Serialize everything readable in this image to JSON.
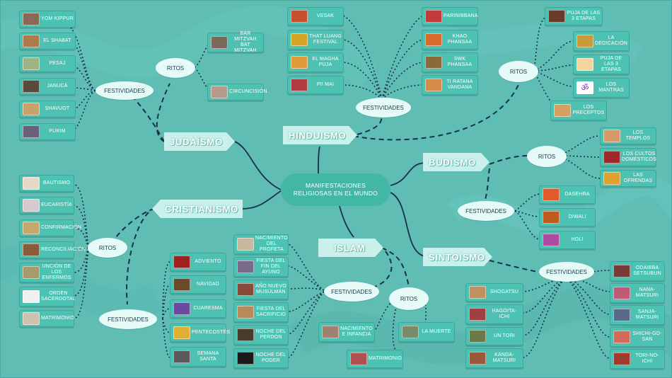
{
  "title_lines": [
    "MANIFESTACIONES",
    "RELIGIOSAS EN EL MUNDO"
  ],
  "religions": {
    "judaismo": "JUDAÍSMO",
    "hinduismo": "HINDUISMO",
    "budismo": "BUDISMO",
    "cristianismo": "CRISTIANISMO",
    "islam": "ISLAM",
    "sintoismo": "SINTOISMO"
  },
  "ovals": {
    "ritos": "RITOS",
    "festividades": "FESTIVIDADES"
  },
  "colors": {
    "background": "#5fbdb4",
    "card": "#4ec2b2",
    "oval": "#e6fbf8",
    "line": "#16324a"
  },
  "judaismo": {
    "festividades": [
      "YOM KIPPUR",
      "EL SHABAT",
      "PESAJ",
      "JANUCÁ",
      "SHAVUOT",
      "PURIM"
    ],
    "ritos": [
      "BAR MITZVAH BAT MITZVAH",
      "CIRCUNCISIÓN"
    ]
  },
  "hinduismo": {
    "festividades_left": [
      "VESAK",
      "THAT LUANG FESTIVAL",
      "EL MAGHA PUJA",
      "PII MAI"
    ],
    "festividades_right": [
      "PARINIBBANA",
      "KHAO PHANSAA",
      "SWK PHANSAA",
      "TI RATANA VANDANA"
    ],
    "ritos": [
      "PUJA DE LAS 3 ETAPAS",
      "LA DEDICACIÓN",
      "PUJA DE LAS 3 ETAPAS",
      "LOS MANTRAS",
      "LOS PRECEPTOS"
    ]
  },
  "budismo": {
    "ritos": [
      "LOS TEMPLOS",
      "LOS CULTOS DOMÉSTICOS",
      "LAS OFRENDAS"
    ],
    "festividades": [
      "DASEHRA",
      "DIWALI",
      "HOLI"
    ]
  },
  "cristianismo": {
    "ritos": [
      "BAUTISMO",
      "EUCARISTÍA",
      "CONFIRMACIÓN",
      "RECONCILIACIÓN",
      "UNCIÓN DE LOS ENFERMOS",
      "ORDEN SACERDOTAL",
      "MATRIMONIO"
    ],
    "festividades": [
      "ADVIENTO",
      "NAVIDAD",
      "CUARESMA",
      "PENTECOSTÉS",
      "SEMANA SANTA"
    ]
  },
  "islam": {
    "festividades": [
      "NACIMIENTO DEL PROFETA",
      "FIESTA DEL FIN DEL AYUNO",
      "AÑO NUEVO MUSULMÁN",
      "FIESTA DEL SACRIFICIO",
      "NOCHE DEL PERDÓN",
      "NOCHE DEL PODER"
    ],
    "ritos": [
      "NACIMIENTO E INFANCIA",
      "MATRIMONIO",
      "LA MUERTE"
    ]
  },
  "sintoismo": {
    "festividades_left": [
      "SHOGATSU",
      "HAGOITA-ICHI",
      "UN TORI",
      "KANDA-MATSURI"
    ],
    "festividades_right": [
      "ODAIBBA SETSUBUN",
      "NANA-MATSURI",
      "SANJA-MATSURI",
      "SHICHI-GO-SAN",
      "TORI-NO-ICHI"
    ]
  }
}
